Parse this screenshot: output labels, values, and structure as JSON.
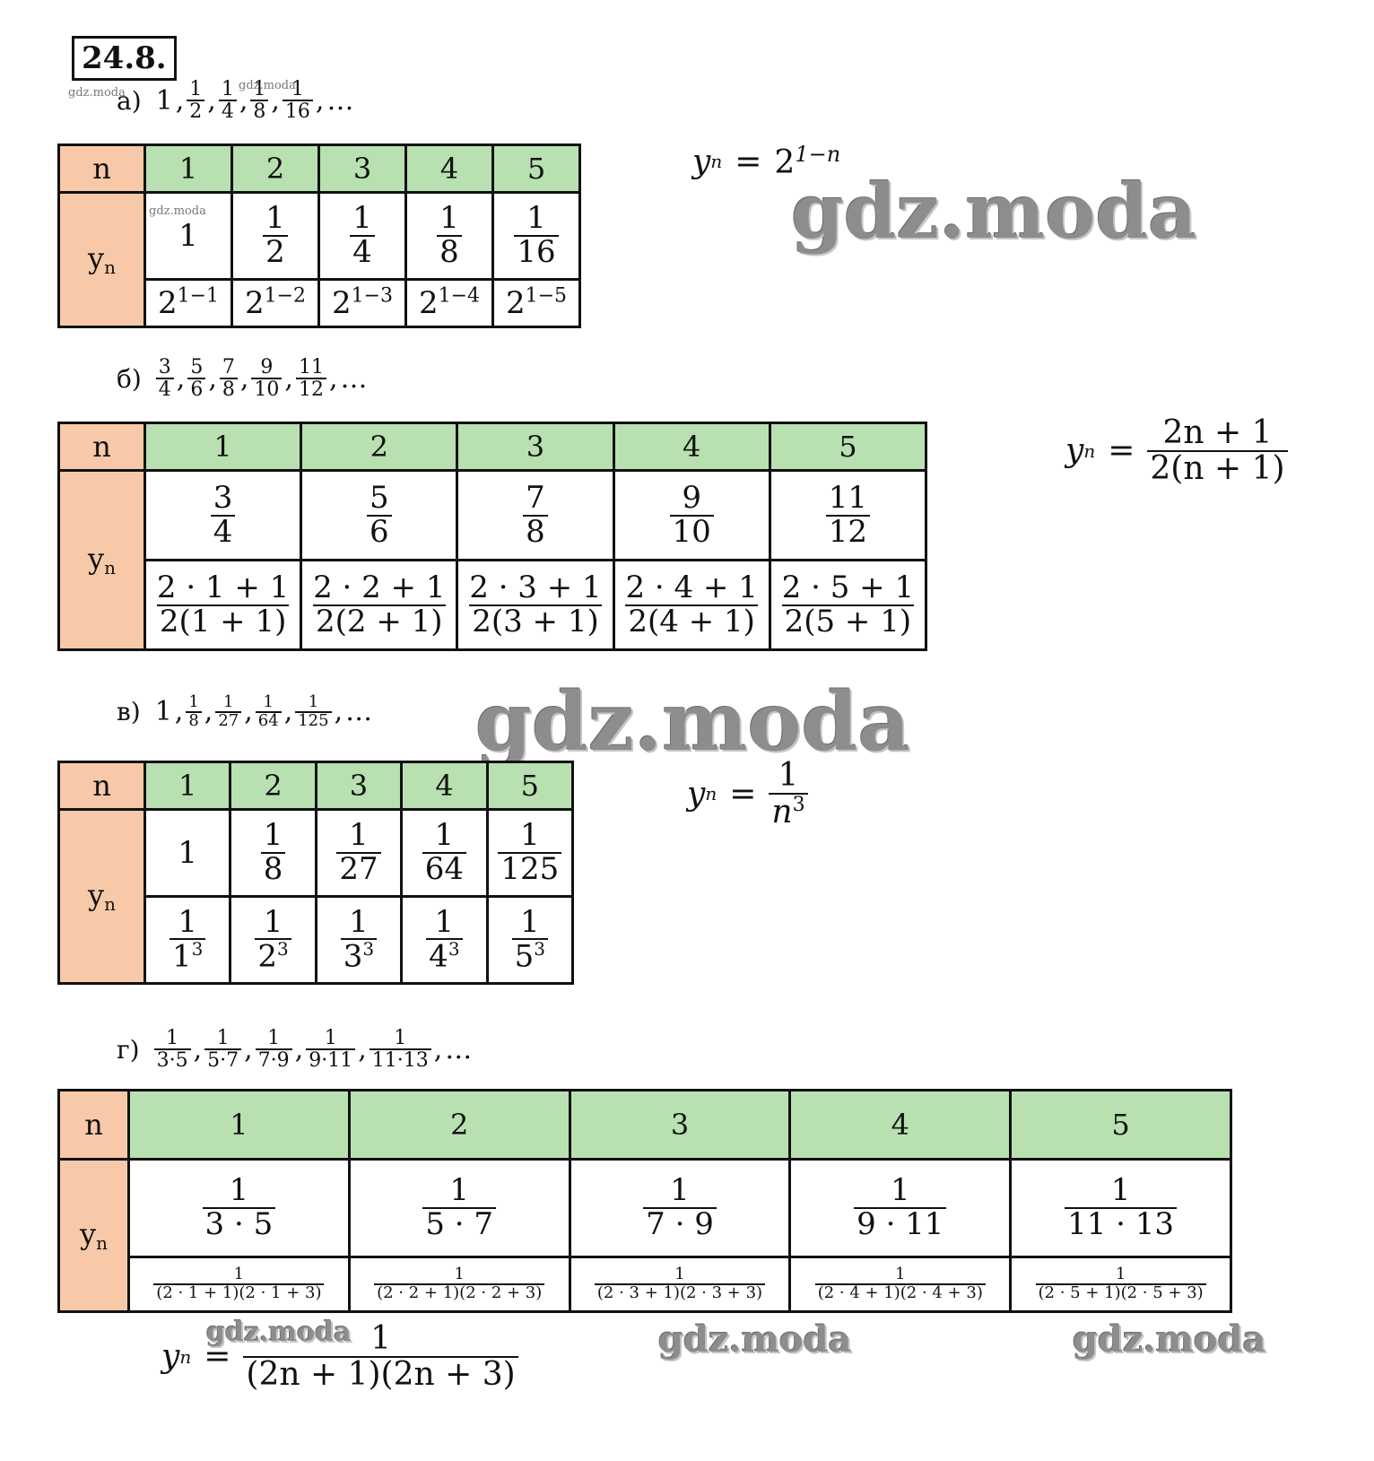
{
  "problem_number": "24.8.",
  "watermark_text": "gdz.moda",
  "parts": {
    "a": {
      "letter": "а)",
      "sequence": [
        {
          "whole": "1"
        },
        {
          "num": "1",
          "den": "2"
        },
        {
          "num": "1",
          "den": "4"
        },
        {
          "num": "1",
          "den": "8"
        },
        {
          "num": "1",
          "den": "16"
        }
      ],
      "ellipsis": "…",
      "n_label": "n",
      "y_label": "y",
      "y_sub": "n",
      "columns": [
        "1",
        "2",
        "3",
        "4",
        "5"
      ],
      "row1": [
        {
          "whole": "1"
        },
        {
          "num": "1",
          "den": "2"
        },
        {
          "num": "1",
          "den": "4"
        },
        {
          "num": "1",
          "den": "8"
        },
        {
          "num": "1",
          "den": "16"
        }
      ],
      "row2": [
        {
          "base": "2",
          "exp": "1−1"
        },
        {
          "base": "2",
          "exp": "1−2"
        },
        {
          "base": "2",
          "exp": "1−3"
        },
        {
          "base": "2",
          "exp": "1−4"
        },
        {
          "base": "2",
          "exp": "1−5"
        }
      ],
      "formula": {
        "lhs": "y",
        "lhs_sub": "n",
        "eq": "=",
        "base": "2",
        "exp": "1−n"
      }
    },
    "b": {
      "letter": "б)",
      "sequence": [
        {
          "num": "3",
          "den": "4"
        },
        {
          "num": "5",
          "den": "6"
        },
        {
          "num": "7",
          "den": "8"
        },
        {
          "num": "9",
          "den": "10"
        },
        {
          "num": "11",
          "den": "12"
        }
      ],
      "ellipsis": "…",
      "n_label": "n",
      "y_label": "y",
      "y_sub": "n",
      "columns": [
        "1",
        "2",
        "3",
        "4",
        "5"
      ],
      "row1": [
        {
          "num": "3",
          "den": "4"
        },
        {
          "num": "5",
          "den": "6"
        },
        {
          "num": "7",
          "den": "8"
        },
        {
          "num": "9",
          "den": "10"
        },
        {
          "num": "11",
          "den": "12"
        }
      ],
      "row2": [
        {
          "num": "2 · 1 + 1",
          "den": "2(1 + 1)"
        },
        {
          "num": "2 · 2 + 1",
          "den": "2(2 + 1)"
        },
        {
          "num": "2 · 3 + 1",
          "den": "2(3 + 1)"
        },
        {
          "num": "2 · 4 + 1",
          "den": "2(4 + 1)"
        },
        {
          "num": "2 · 5 + 1",
          "den": "2(5 + 1)"
        }
      ],
      "formula": {
        "lhs": "y",
        "lhs_sub": "n",
        "eq": "=",
        "num": "2n + 1",
        "den": "2(n + 1)"
      }
    },
    "v": {
      "letter": "в)",
      "sequence": [
        {
          "whole": "1"
        },
        {
          "num": "1",
          "den": "8"
        },
        {
          "num": "1",
          "den": "27"
        },
        {
          "num": "1",
          "den": "64"
        },
        {
          "num": "1",
          "den": "125"
        }
      ],
      "ellipsis": "…",
      "n_label": "n",
      "y_label": "y",
      "y_sub": "n",
      "columns": [
        "1",
        "2",
        "3",
        "4",
        "5"
      ],
      "row1": [
        {
          "whole": "1"
        },
        {
          "num": "1",
          "den": "8"
        },
        {
          "num": "1",
          "den": "27"
        },
        {
          "num": "1",
          "den": "64"
        },
        {
          "num": "1",
          "den": "125"
        }
      ],
      "row2": [
        {
          "num": "1",
          "den_base": "1",
          "den_exp": "3"
        },
        {
          "num": "1",
          "den_base": "2",
          "den_exp": "3"
        },
        {
          "num": "1",
          "den_base": "3",
          "den_exp": "3"
        },
        {
          "num": "1",
          "den_base": "4",
          "den_exp": "3"
        },
        {
          "num": "1",
          "den_base": "5",
          "den_exp": "3"
        }
      ],
      "formula": {
        "lhs": "y",
        "lhs_sub": "n",
        "eq": "=",
        "num": "1",
        "den_base": "n",
        "den_exp": "3"
      }
    },
    "g": {
      "letter": "г)",
      "sequence": [
        {
          "num": "1",
          "den": "3·5"
        },
        {
          "num": "1",
          "den": "5·7"
        },
        {
          "num": "1",
          "den": "7·9"
        },
        {
          "num": "1",
          "den": "9·11"
        },
        {
          "num": "1",
          "den": "11·13"
        }
      ],
      "ellipsis": "…",
      "n_label": "n",
      "y_label": "y",
      "y_sub": "n",
      "columns": [
        "1",
        "2",
        "3",
        "4",
        "5"
      ],
      "row1": [
        {
          "num": "1",
          "den": "3 · 5"
        },
        {
          "num": "1",
          "den": "5 · 7"
        },
        {
          "num": "1",
          "den": "7 · 9"
        },
        {
          "num": "1",
          "den": "9 · 11"
        },
        {
          "num": "1",
          "den": "11 · 13"
        }
      ],
      "row2": [
        {
          "num": "1",
          "den": "(2 · 1 + 1)(2 · 1 + 3)"
        },
        {
          "num": "1",
          "den": "(2 · 2 + 1)(2 · 2 + 3)"
        },
        {
          "num": "1",
          "den": "(2 · 3 + 1)(2 · 3 + 3)"
        },
        {
          "num": "1",
          "den": "(2 · 4 + 1)(2 · 4 + 3)"
        },
        {
          "num": "1",
          "den": "(2 · 5 + 1)(2 · 5 + 3)"
        }
      ],
      "formula": {
        "lhs": "y",
        "lhs_sub": "n",
        "eq": "=",
        "num": "1",
        "den": "(2n + 1)(2n + 3)"
      }
    }
  }
}
